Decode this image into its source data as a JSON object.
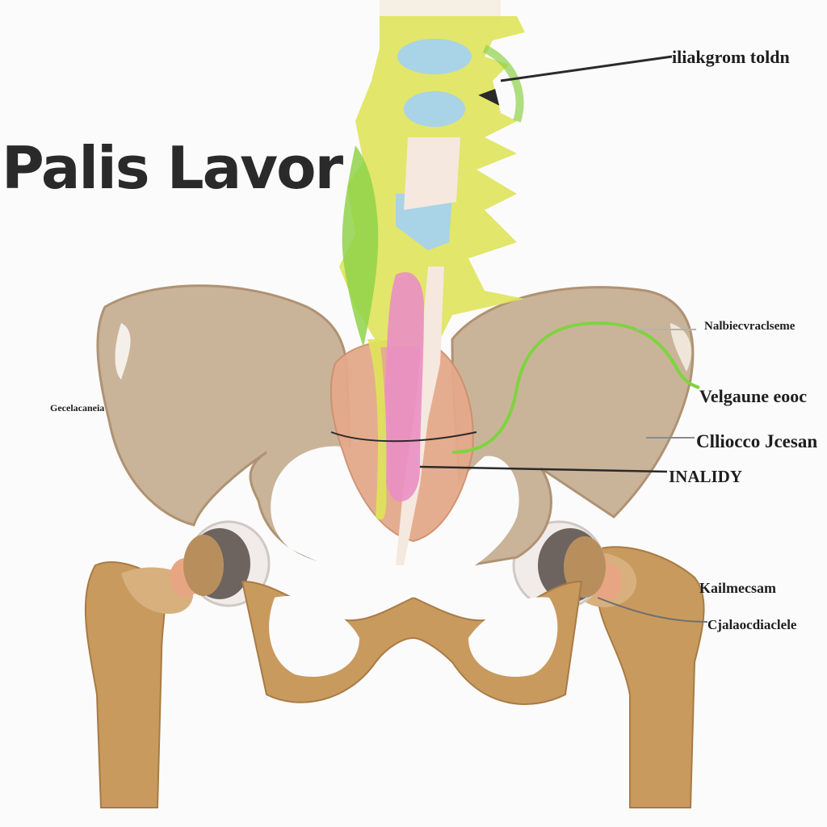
{
  "title": "Palis Lavor",
  "labels": {
    "top_right": "iliakgrom toldn",
    "right_1": "Nalbiecvraclseme",
    "right_2": "Velgaune eooc",
    "right_3": "Clliocco Jcesan",
    "right_4": "INALIDY",
    "right_5": "Kailmecsam",
    "right_6": "Cjalaocdiaclele",
    "left_1": "Gecelacaneia"
  },
  "colors": {
    "bone": "#c9b49a",
    "bone_dark": "#b09273",
    "femur": "#c99a5e",
    "vertebra_yellow": "#dfe35a",
    "vertebra_green": "#8fd24a",
    "disc_blue": "#a9d3e6",
    "muscle_pink": "#ea8fc4",
    "sacrum_orange": "#e4a98a",
    "cartilage": "#f1ecea",
    "leader_line": "#2a2a2a",
    "nerve_green": "#7fd340"
  }
}
